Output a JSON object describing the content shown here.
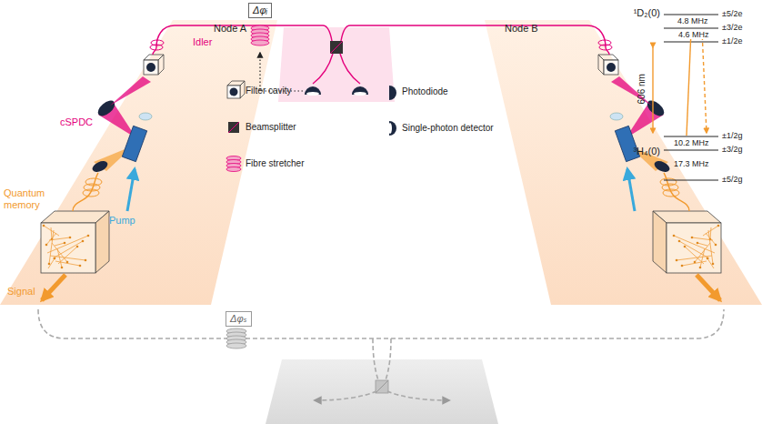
{
  "diagram": {
    "nodes": [
      {
        "text": [
          "Node A"
        ]
      },
      {
        "text": [
          "Node B"
        ]
      },
      {
        "text": [
          "Δφᵢ"
        ]
      },
      {
        "text": [
          "Δφₛ"
        ]
      }
    ],
    "labels": [
      "Idler",
      "cSPDC",
      "Pump",
      "Quantum memory",
      "Signal",
      "¹D₂(0)",
      "±5/2e",
      "4.8 MHz",
      "±3/2e",
      "4.6 MHz",
      "±1/2e",
      "606 nm",
      "±1/2g",
      "10.2 MHz",
      "±3/2g",
      "17.3 MHz",
      "±5/2g",
      "³H₄(0)"
    ],
    "legend": [
      {
        "text": "Filter cavity"
      },
      {
        "text": "Beamsplitter"
      },
      {
        "text": "Fibre stretcher"
      },
      {
        "text": "Photodiode"
      },
      {
        "text": "Single-photon detector"
      }
    ]
  }
}
